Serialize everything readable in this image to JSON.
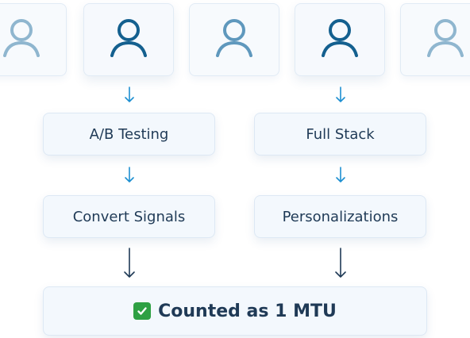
{
  "users": [
    {
      "icon": "user-icon",
      "emphasis": "faded"
    },
    {
      "icon": "user-icon",
      "emphasis": "active"
    },
    {
      "icon": "user-icon",
      "emphasis": "faded"
    },
    {
      "icon": "user-icon",
      "emphasis": "active"
    },
    {
      "icon": "user-icon",
      "emphasis": "faded"
    }
  ],
  "left_column": {
    "step1": "A/B Testing",
    "step2": "Convert Signals"
  },
  "right_column": {
    "step1": "Full Stack",
    "step2": "Personalizations"
  },
  "result": {
    "icon": "check-mark-icon",
    "label": "Counted as 1 MTU"
  },
  "colors": {
    "active_icon": "#14608f",
    "faded_icon": "#8fb6cf",
    "arrow": "#1d8fd1",
    "check_bg": "#2ea043"
  }
}
